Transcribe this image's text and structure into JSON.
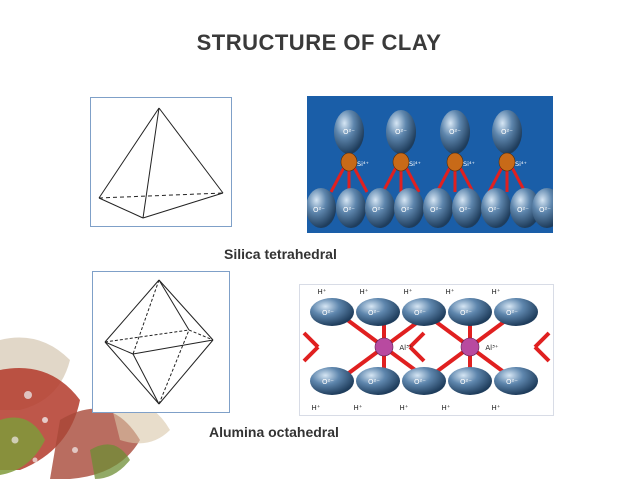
{
  "slide": {
    "title": "STRUCTURE OF CLAY",
    "caption_silica": "Silica tetrahedral",
    "caption_alumina": "Alumina octahedral"
  },
  "labels": {
    "oxygen_top": "O²⁻",
    "silicon": "Si⁴⁺",
    "oxygen_bottom": "O²⁻",
    "hydroxyl": "H⁺",
    "aluminium": "Al³⁺"
  },
  "colors": {
    "sphere": "#5e86ad",
    "silicon_atom": "#c86a18",
    "aluminium_atom": "#b84aa0",
    "bond": "#e02020",
    "background_silica": "#1a5ea8",
    "background_alumina": "#ffffff"
  }
}
